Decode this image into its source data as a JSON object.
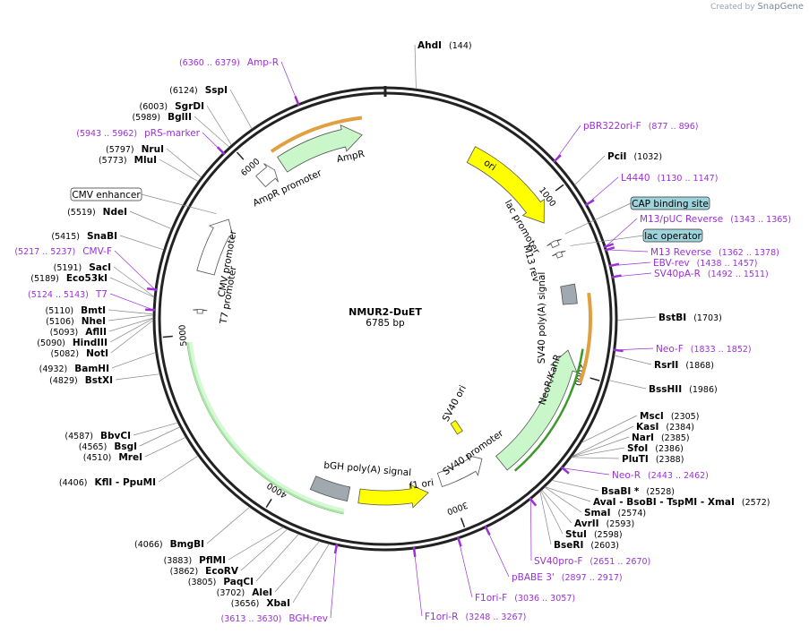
{
  "credit": {
    "prefix": "Created by",
    "brand": "SnapGene"
  },
  "plasmid": {
    "name": "NMUR2-DuET",
    "length_label": "6785 bp",
    "length": 6785
  },
  "ticks": [
    {
      "bp": 1000,
      "label": "1000"
    },
    {
      "bp": 2000,
      "label": "2000"
    },
    {
      "bp": 3000,
      "label": "3000"
    },
    {
      "bp": 4000,
      "label": "4000"
    },
    {
      "bp": 5000,
      "label": "5000"
    },
    {
      "bp": 6000,
      "label": "6000"
    }
  ],
  "features": [
    {
      "name": "AmpR",
      "color": "#c9f7c9",
      "dir": "cw"
    },
    {
      "name": "AmpR promoter",
      "color": "#ffffff",
      "dir": "cw"
    },
    {
      "name": "ori",
      "color": "#ffff00",
      "dir": "cw"
    },
    {
      "name": "lac promoter",
      "color": "#ffffff",
      "dir": "ccw"
    },
    {
      "name": "M13 rev",
      "color": "#ffffff",
      "dir": "ccw"
    },
    {
      "name": "SV40 poly(A) signal",
      "color": "#a0a8b0",
      "dir": "none"
    },
    {
      "name": "NeoR/KanR",
      "color": "#c9f7c9",
      "dir": "ccw"
    },
    {
      "name": "SV40 ori",
      "color": "#ffff00",
      "dir": "none"
    },
    {
      "name": "SV40 promoter",
      "color": "#ffffff",
      "dir": "ccw"
    },
    {
      "name": "f1 ori",
      "color": "#ffff00",
      "dir": "ccw"
    },
    {
      "name": "bGH poly(A) signal",
      "color": "#a0a8b0",
      "dir": "none"
    },
    {
      "name": "CMV promoter",
      "color": "#ffffff",
      "dir": "cw"
    },
    {
      "name": "T7 promoter",
      "color": "#ffffff",
      "dir": "cw"
    }
  ],
  "boxed_features": [
    {
      "name": "CMV enhancer",
      "fill": "#ffffff"
    },
    {
      "name": "CAP binding site",
      "fill": "#9ed3dc"
    },
    {
      "name": "lac operator",
      "fill": "#9ed3dc"
    }
  ],
  "sites": [
    {
      "name": "AhdI",
      "pos": "(144)"
    },
    {
      "name": "PciI",
      "pos": "(1032)"
    },
    {
      "name": "BstBI",
      "pos": "(1703)"
    },
    {
      "name": "RsrII",
      "pos": "(1868)"
    },
    {
      "name": "BssHII",
      "pos": "(1986)"
    },
    {
      "name": "MscI",
      "pos": "(2305)"
    },
    {
      "name": "KasI",
      "pos": "(2384)"
    },
    {
      "name": "NarI",
      "pos": "(2385)"
    },
    {
      "name": "SfoI",
      "pos": "(2386)"
    },
    {
      "name": "PluTI",
      "pos": "(2388)"
    },
    {
      "name": "BsaBI *",
      "pos": "(2528)"
    },
    {
      "name": "AvaI - BsoBI - TspMI - XmaI",
      "pos": "(2572)"
    },
    {
      "name": "SmaI",
      "pos": "(2574)"
    },
    {
      "name": "AvrII",
      "pos": "(2593)"
    },
    {
      "name": "StuI",
      "pos": "(2598)"
    },
    {
      "name": "BseRI",
      "pos": "(2603)"
    },
    {
      "name": "XbaI",
      "pos": "(3656)"
    },
    {
      "name": "AleI",
      "pos": "(3702)"
    },
    {
      "name": "PaqCI",
      "pos": "(3805)"
    },
    {
      "name": "EcoRV",
      "pos": "(3862)"
    },
    {
      "name": "PflMI",
      "pos": "(3883)"
    },
    {
      "name": "BmgBI",
      "pos": "(4066)"
    },
    {
      "name": "KflI - PpuMI",
      "pos": "(4406)"
    },
    {
      "name": "MreI",
      "pos": "(4510)"
    },
    {
      "name": "BsgI",
      "pos": "(4565)"
    },
    {
      "name": "BbvCI",
      "pos": "(4587)"
    },
    {
      "name": "BstXI",
      "pos": "(4829)"
    },
    {
      "name": "BamHI",
      "pos": "(4932)"
    },
    {
      "name": "NotI",
      "pos": "(5082)"
    },
    {
      "name": "HindIII",
      "pos": "(5090)"
    },
    {
      "name": "AflII",
      "pos": "(5093)"
    },
    {
      "name": "NheI",
      "pos": "(5106)"
    },
    {
      "name": "BmtI",
      "pos": "(5110)"
    },
    {
      "name": "Eco53kI",
      "pos": "(5189)"
    },
    {
      "name": "SacI",
      "pos": "(5191)"
    },
    {
      "name": "SnaBI",
      "pos": "(5415)"
    },
    {
      "name": "NdeI",
      "pos": "(5519)"
    },
    {
      "name": "MluI",
      "pos": "(5773)"
    },
    {
      "name": "NruI",
      "pos": "(5797)"
    },
    {
      "name": "BglII",
      "pos": "(5989)"
    },
    {
      "name": "SgrDI",
      "pos": "(6003)"
    },
    {
      "name": "SspI",
      "pos": "(6124)"
    }
  ],
  "primers": [
    {
      "name": "Amp-R",
      "pos": "(6360 .. 6379)"
    },
    {
      "name": "pRS-marker",
      "pos": "(5943 .. 5962)"
    },
    {
      "name": "CMV-F",
      "pos": "(5217 .. 5237)"
    },
    {
      "name": "T7",
      "pos": "(5124 .. 5143)"
    },
    {
      "name": "pBR322ori-F",
      "pos": "(877 .. 896)"
    },
    {
      "name": "L4440",
      "pos": "(1130 .. 1147)"
    },
    {
      "name": "M13/pUC Reverse",
      "pos": "(1343 .. 1365)"
    },
    {
      "name": "M13 Reverse",
      "pos": "(1362 .. 1378)"
    },
    {
      "name": "EBV-rev",
      "pos": "(1438 .. 1457)"
    },
    {
      "name": "SV40pA-R",
      "pos": "(1492 .. 1511)"
    },
    {
      "name": "Neo-F",
      "pos": "(1833 .. 1852)"
    },
    {
      "name": "Neo-R",
      "pos": "(2443 .. 2462)"
    },
    {
      "name": "SV40pro-F",
      "pos": "(2651 .. 2670)"
    },
    {
      "name": "pBABE 3'",
      "pos": "(2897 .. 2917)"
    },
    {
      "name": "F1ori-F",
      "pos": "(3036 .. 3057)"
    },
    {
      "name": "F1ori-R",
      "pos": "(3248 .. 3267)"
    },
    {
      "name": "BGH-rev",
      "pos": "(3613 .. 3630)"
    }
  ],
  "colors": {
    "backbone": "#222222",
    "primer": "#9b30d9",
    "site": "#000000",
    "leader": "#888888"
  }
}
